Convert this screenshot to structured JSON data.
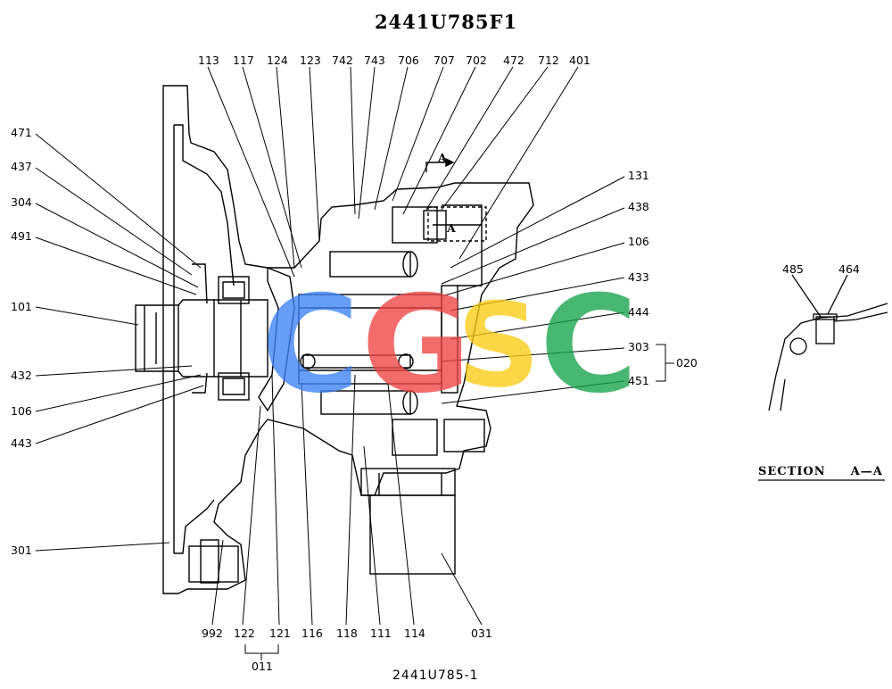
{
  "diagram": {
    "title": "2441U785F1",
    "drawing_number": "2441U785-1",
    "section_label": {
      "word": "SECTION",
      "name": "A—A"
    },
    "view_arrow_label": "A",
    "view_arrow_label_2": "A",
    "watermark": {
      "letters": [
        "C",
        "G",
        "S",
        "C"
      ],
      "colors": [
        "#3b82f6",
        "#ef4444",
        "#facc15",
        "#16a34a"
      ]
    },
    "callouts": {
      "c113": "113",
      "c117": "117",
      "c124": "124",
      "c123": "123",
      "c742": "742",
      "c743": "743",
      "c706": "706",
      "c707": "707",
      "c702": "702",
      "c472": "472",
      "c712": "712",
      "c401": "401",
      "c471": "471",
      "c437": "437",
      "c304": "304",
      "c491": "491",
      "c101": "101",
      "c432": "432",
      "c106l": "106",
      "c443": "443",
      "c301": "301",
      "c131": "131",
      "c438": "438",
      "c106r": "106",
      "c433": "433",
      "c444": "444",
      "c303": "303",
      "c451": "451",
      "c020": "020",
      "c992": "992",
      "c122": "122",
      "c121": "121",
      "c116": "116",
      "c118": "118",
      "c111": "111",
      "c114": "114",
      "c031": "031",
      "c011": "011",
      "c485": "485",
      "c464": "464"
    }
  }
}
